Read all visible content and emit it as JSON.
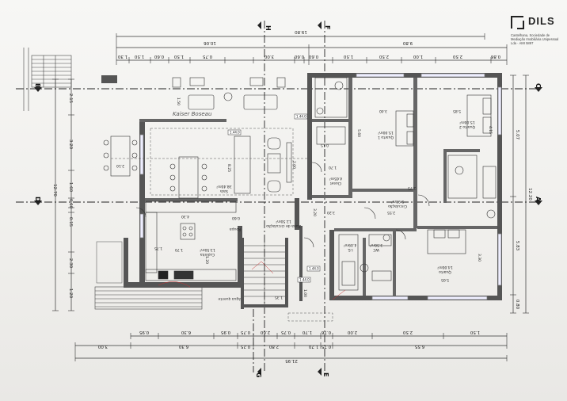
{
  "brand": {
    "name": "DILS",
    "tagline": "Castelhana, Sociedade de Mediação Imobiliária Unipessoal Lda · AMI 5897"
  },
  "axes": {
    "H": "H",
    "F": "F",
    "G": "G",
    "E": "E",
    "C": "C",
    "A": "A",
    "D": "D",
    "B": "B"
  },
  "dims": {
    "top_total": "19.80",
    "top_left": "10.06",
    "top_right": "9.80",
    "top_row": [
      "1.30",
      "1.50",
      "0.60",
      "1.50",
      "0.75",
      "3.00",
      "0.60",
      "0.60",
      "1.50",
      "2.50",
      "1.00",
      "2.50",
      "0.86"
    ],
    "bottom_row": [
      "0.95",
      "6.30",
      "0.95",
      "0.75",
      "2.60",
      "0.75",
      "1.70",
      "0.76",
      "2.00",
      "2.50",
      "1.50"
    ],
    "bottom_mid": [
      "3.00",
      "6.30",
      "0.25",
      "2.80",
      "1.70",
      "0.75",
      "6.55"
    ],
    "bottom_total": "21.95",
    "left_total": "12.70",
    "left_segs": [
      "2.15",
      "3.20",
      "1.60",
      "0.60",
      "0.15",
      "2.30",
      "1.20"
    ],
    "right_total": "12.20",
    "right_segs": [
      "5.07",
      "5.83",
      "0.80"
    ]
  },
  "rooms": {
    "quarto1": {
      "label": "Quarto 1",
      "area": "15.00m²"
    },
    "quarto2": {
      "label": "Quarto 2",
      "area": "15.00m²"
    },
    "quarto3": {
      "label": "Quarto",
      "area": "14.00m²"
    },
    "sala": {
      "label": "Sala",
      "area": "38.40m²"
    },
    "cozinha": {
      "label": "Cozinha",
      "area": "13.50m²"
    },
    "circulacao": {
      "label": "Zona de circulação",
      "area": "12.50m²"
    },
    "roupa": {
      "label": "Roupa",
      "area": ""
    },
    "closet": {
      "label": "Closet",
      "area": "4.65m²"
    },
    "circulacao2": {
      "label": "Circulação",
      "area": "5.93m²"
    },
    "wc": {
      "label": "WC",
      "area": "3.50m²"
    },
    "ensuite": {
      "label": "I.S.",
      "area": "4.09m²"
    }
  },
  "room_dims": [
    "3.40",
    "5.60",
    "5.85",
    "4.15",
    "3.30",
    "5.05",
    "3.20",
    "2.55",
    "1.70",
    "0.15",
    "8.25",
    "4.30",
    "1.75",
    "1.20",
    "1.70",
    "1.50",
    "2.10",
    "0.60",
    "3.20",
    "2.00",
    "1.35",
    "1.00",
    "2.75"
  ],
  "tags": [
    "1.44.0",
    "1.44.0",
    "1.44.0",
    "1.44.0"
  ],
  "handwriting": "Kaiser Boseau",
  "note": "água quente"
}
